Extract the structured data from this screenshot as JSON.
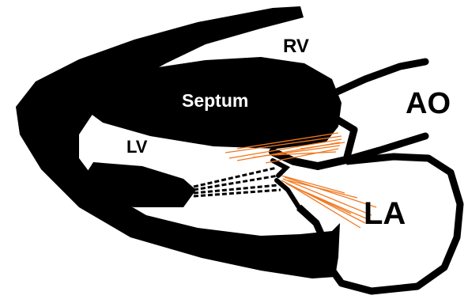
{
  "labels": {
    "rv": "RV",
    "septum": "Septum",
    "ao": "AO",
    "lv": "LV",
    "la": "LA"
  },
  "colors": {
    "tissue": "#000000",
    "background": "#ffffff",
    "flow_jet": "#f07820",
    "chordae": "#ffffff"
  }
}
